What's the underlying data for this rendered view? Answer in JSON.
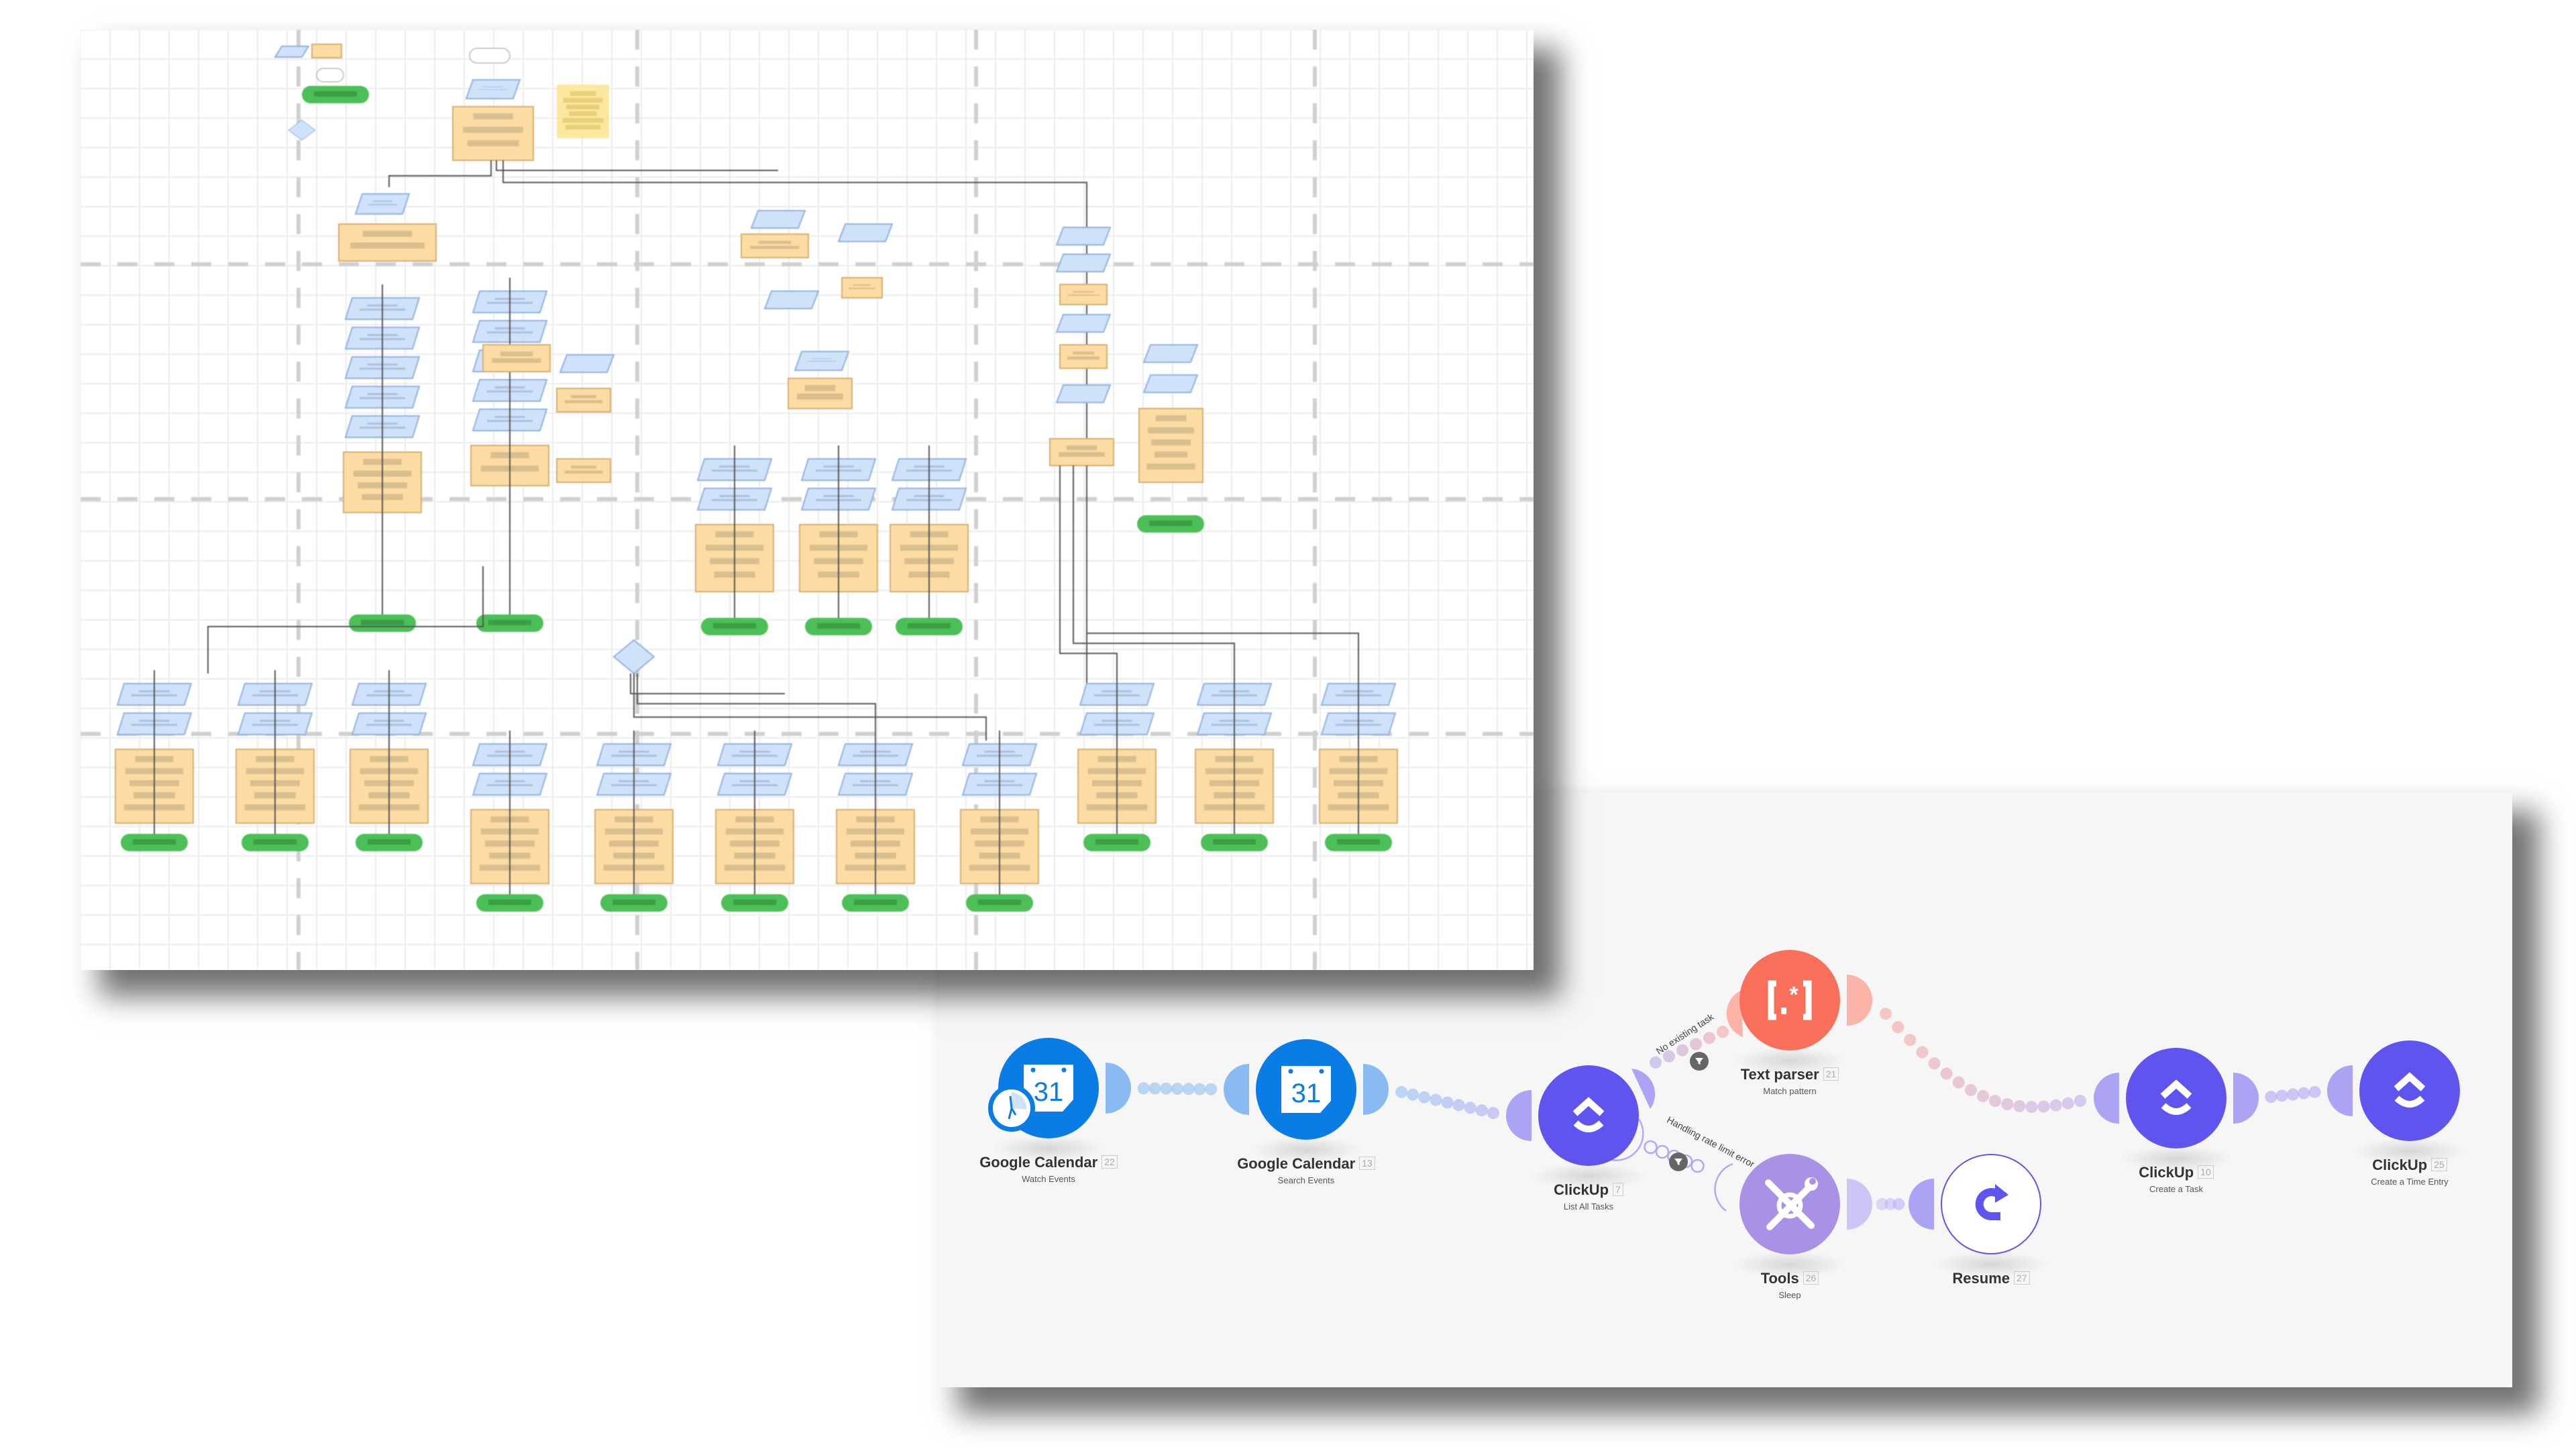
{
  "flowchart": {
    "description": "Blurred process flowchart (illegible text)",
    "colors": {
      "process_fill": "#FDDCA3",
      "process_stroke": "#D4AE72",
      "io_fill": "#CFE2FA",
      "io_stroke": "#8FB2E0",
      "terminator_fill": "#4CBF56",
      "note_fill": "#FCE79E",
      "grid": "#ECECEC",
      "swimlane": "#D0D0D0",
      "connector": "#555555"
    }
  },
  "scenario": {
    "background": "#F6F6F6",
    "nodes": [
      {
        "id": "22",
        "app": "Google Calendar",
        "action": "Watch Events",
        "color": "#0A7CE6",
        "icon": "google-calendar-icon",
        "trigger": true
      },
      {
        "id": "13",
        "app": "Google Calendar",
        "action": "Search Events",
        "color": "#0A7CE6",
        "icon": "google-calendar-icon"
      },
      {
        "id": "7",
        "app": "ClickUp",
        "action": "List All Tasks",
        "color": "#5F55EE",
        "icon": "clickup-icon"
      },
      {
        "id": "21",
        "app": "Text parser",
        "action": "Match pattern",
        "color": "#F9705A",
        "icon": "text-parser-icon"
      },
      {
        "id": "26",
        "app": "Tools",
        "action": "Sleep",
        "color": "#A991E6",
        "icon": "tools-icon"
      },
      {
        "id": "27",
        "app": "Resume",
        "action": "",
        "color": "#5F55EE",
        "icon": "resume-icon"
      },
      {
        "id": "10",
        "app": "ClickUp",
        "action": "Create a Task",
        "color": "#5F55EE",
        "icon": "clickup-icon"
      },
      {
        "id": "25",
        "app": "ClickUp",
        "action": "Create a Time Entry",
        "color": "#5F55EE",
        "icon": "clickup-icon"
      }
    ],
    "routes": [
      {
        "label": "No existing task",
        "filter": true
      },
      {
        "label": "Handling rate limit error",
        "filter": true,
        "error_handler": true
      }
    ],
    "calendar_day": "31"
  }
}
